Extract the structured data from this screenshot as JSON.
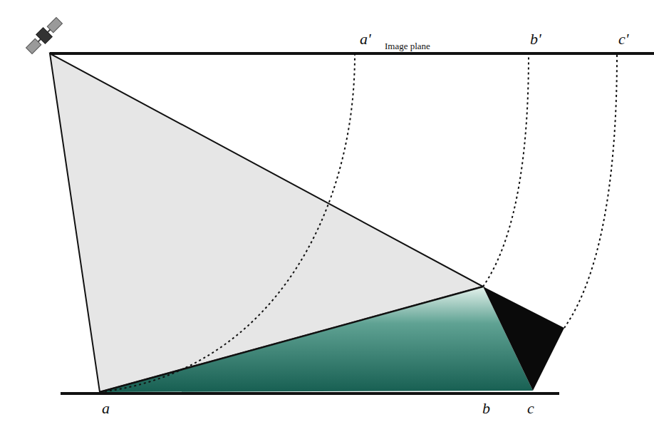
{
  "diagram": {
    "labels": [
      "a'",
      "Image plane",
      "b'",
      "c'",
      "a",
      "b",
      "c"
    ]
  }
}
